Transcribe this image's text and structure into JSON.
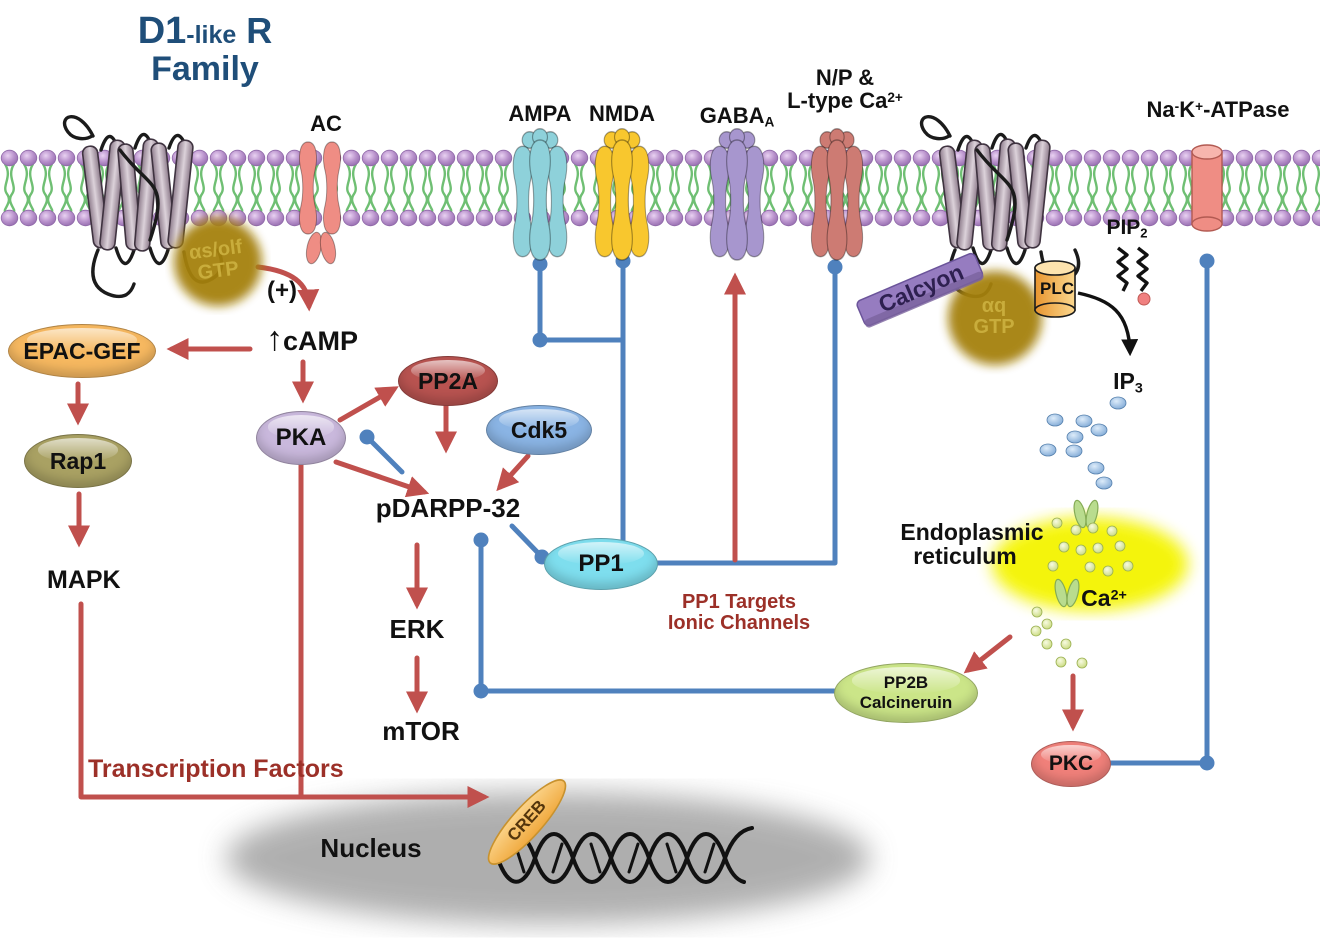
{
  "title": {
    "part1": "D1",
    "part2": "-like",
    "part3": " R",
    "line2": "Family"
  },
  "membrane_labels": {
    "ac": "AC",
    "ampa": "AMPA",
    "nmda": "NMDA",
    "gaba_base": "GABA",
    "gaba_sub": "A",
    "np_line1": "N/P &",
    "np_line2_base": "L-type Ca",
    "np_line2_sup": "2+",
    "atpase_na": "Na",
    "atpase_na_sup": "-",
    "atpase_k": "K",
    "atpase_k_sup": "+",
    "atpase_rest": "-ATPase"
  },
  "g_proteins": {
    "gs_line1": "αs/olf",
    "gs_line2": "GTP",
    "gq_line1": "αq",
    "gq_line2": "GTP",
    "calcyon": "Calcyon",
    "plc": "PLC"
  },
  "messengers": {
    "plus": "(+)",
    "camp_arrow": "↑",
    "camp": "cAMP",
    "pip_base": "PIP",
    "pip_sub": "2",
    "ip_base": "IP",
    "ip_sub": "3",
    "ca_base": "Ca",
    "ca_sup": "2+"
  },
  "nodes": {
    "epac": "EPAC-GEF",
    "rap1": "Rap1",
    "pka": "PKA",
    "pp2a": "PP2A",
    "cdk5": "Cdk5",
    "pp1": "PP1",
    "pp2b_line1": "PP2B",
    "pp2b_line2": "Calcineruin",
    "pkc": "PKC",
    "creb": "CREB"
  },
  "plain_labels": {
    "mapk": "MAPK",
    "pdarpp": "pDARPP-32",
    "erk": "ERK",
    "mtor": "mTOR",
    "er_line1": "Endoplasmic",
    "er_line2": "reticulum",
    "nucleus": "Nucleus"
  },
  "annotations": {
    "transcription_factors": "Transcription Factors",
    "pp1_targets_line1": "PP1 Targets",
    "pp1_targets_line2": "Ionic Channels"
  },
  "colors": {
    "red-arrow": "#c0504d",
    "blue-line": "#4f81bd",
    "title-blue": "#1f4e79",
    "dark-red": "#9c3028",
    "ac": "#ef8d84",
    "ampa": "#8ed1da",
    "nmda": "#f8c72e",
    "gaba": "#a796ce",
    "cach": "#cd7b73",
    "atpase": "#ef8d84",
    "blob": "#a5810f",
    "blob-text": "#c9ad3c",
    "er": "#f4f400",
    "nucleus": "#9b9b9b",
    "epac": "#f6b860",
    "rap1": "#a9a163",
    "pka": "#c9b8dc",
    "pp2a": "#b85350",
    "cdk5": "#8ab4e4",
    "pp1": "#7edeee",
    "pp2b": "#cbe588",
    "pkc": "#f0807a",
    "creb": "#f7bb60",
    "calcyon": "#967cc0",
    "plc": "#f2a847"
  }
}
